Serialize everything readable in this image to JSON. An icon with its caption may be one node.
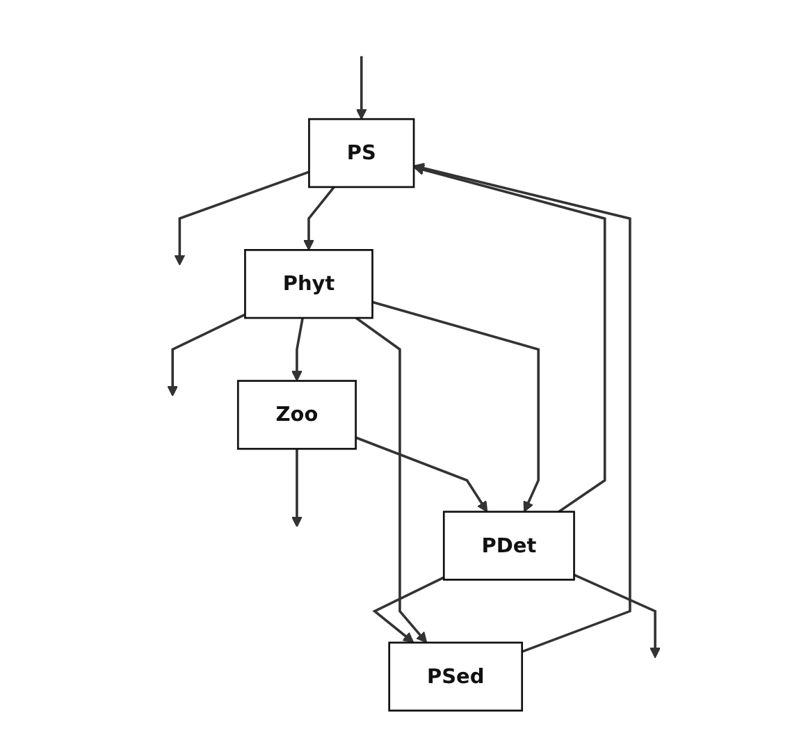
{
  "diagram": {
    "nodes": [
      {
        "text": [
          "Zoo"
        ]
      },
      {
        "text": [
          "PDet"
        ]
      },
      {
        "text": [
          "Phyt"
        ]
      },
      {
        "text": [
          "PS"
        ]
      },
      {
        "text": [
          "PSed"
        ]
      }
    ],
    "edges": [
      {
        "from": null,
        "to": 3,
        "arrow": "to"
      },
      {
        "from": 0,
        "to": 1,
        "arrow": "to"
      },
      {
        "from": 2,
        "to": 0,
        "arrow": "to"
      },
      {
        "from": 2,
        "to": 1,
        "arrow": "to"
      },
      {
        "from": 1,
        "to": 3,
        "arrow": "to"
      },
      {
        "from": 3,
        "to": 2,
        "arrow": "to"
      },
      {
        "from": 4,
        "to": 3,
        "arrow": "to"
      },
      {
        "from": 1,
        "to": 4,
        "arrow": "to"
      },
      {
        "from": 2,
        "to": 4,
        "arrow": "to"
      },
      {
        "from": 3,
        "to": null,
        "arrow": "to"
      },
      {
        "from": 0,
        "to": null,
        "arrow": "to"
      },
      {
        "from": 2,
        "to": null,
        "arrow": "to"
      },
      {
        "from": 1,
        "to": null,
        "arrow": "to"
      }
    ]
  }
}
